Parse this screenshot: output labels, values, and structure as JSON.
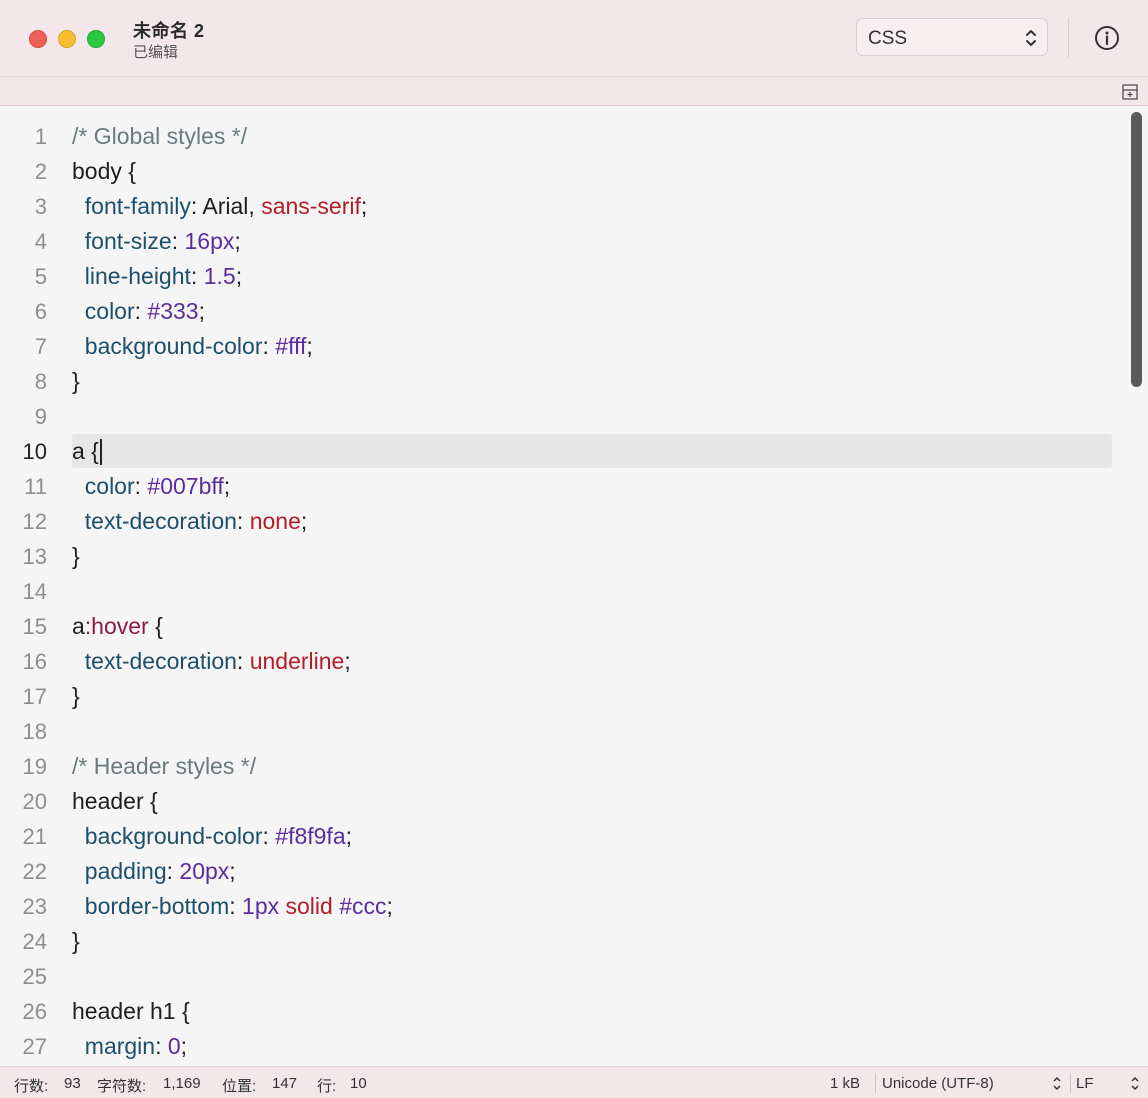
{
  "window": {
    "title": "未命名 2",
    "subtitle": "已编辑",
    "language": "CSS"
  },
  "editor": {
    "current_line": 10,
    "lines": [
      {
        "n": "1",
        "tokens": [
          {
            "t": "/* Global styles */",
            "c": "comment"
          }
        ]
      },
      {
        "n": "2",
        "tokens": [
          {
            "t": "body {",
            "c": "plain"
          }
        ]
      },
      {
        "n": "3",
        "tokens": [
          {
            "t": "  ",
            "c": "plain"
          },
          {
            "t": "font-family",
            "c": "prop"
          },
          {
            "t": ": Arial, ",
            "c": "plain"
          },
          {
            "t": "sans-serif",
            "c": "kw"
          },
          {
            "t": ";",
            "c": "plain"
          }
        ]
      },
      {
        "n": "4",
        "tokens": [
          {
            "t": "  ",
            "c": "plain"
          },
          {
            "t": "font-size",
            "c": "prop"
          },
          {
            "t": ": ",
            "c": "plain"
          },
          {
            "t": "16px",
            "c": "num"
          },
          {
            "t": ";",
            "c": "plain"
          }
        ]
      },
      {
        "n": "5",
        "tokens": [
          {
            "t": "  ",
            "c": "plain"
          },
          {
            "t": "line-height",
            "c": "prop"
          },
          {
            "t": ": ",
            "c": "plain"
          },
          {
            "t": "1.5",
            "c": "num"
          },
          {
            "t": ";",
            "c": "plain"
          }
        ]
      },
      {
        "n": "6",
        "tokens": [
          {
            "t": "  ",
            "c": "plain"
          },
          {
            "t": "color",
            "c": "prop"
          },
          {
            "t": ": ",
            "c": "plain"
          },
          {
            "t": "#333",
            "c": "num"
          },
          {
            "t": ";",
            "c": "plain"
          }
        ]
      },
      {
        "n": "7",
        "tokens": [
          {
            "t": "  ",
            "c": "plain"
          },
          {
            "t": "background-color",
            "c": "prop"
          },
          {
            "t": ": ",
            "c": "plain"
          },
          {
            "t": "#fff",
            "c": "num"
          },
          {
            "t": ";",
            "c": "plain"
          }
        ]
      },
      {
        "n": "8",
        "tokens": [
          {
            "t": "}",
            "c": "plain"
          }
        ]
      },
      {
        "n": "9",
        "tokens": []
      },
      {
        "n": "10",
        "tokens": [
          {
            "t": "a {",
            "c": "plain"
          }
        ]
      },
      {
        "n": "11",
        "tokens": [
          {
            "t": "  ",
            "c": "plain"
          },
          {
            "t": "color",
            "c": "prop"
          },
          {
            "t": ": ",
            "c": "plain"
          },
          {
            "t": "#007bff",
            "c": "num"
          },
          {
            "t": ";",
            "c": "plain"
          }
        ]
      },
      {
        "n": "12",
        "tokens": [
          {
            "t": "  ",
            "c": "plain"
          },
          {
            "t": "text-decoration",
            "c": "prop"
          },
          {
            "t": ": ",
            "c": "plain"
          },
          {
            "t": "none",
            "c": "kw"
          },
          {
            "t": ";",
            "c": "plain"
          }
        ]
      },
      {
        "n": "13",
        "tokens": [
          {
            "t": "}",
            "c": "plain"
          }
        ]
      },
      {
        "n": "14",
        "tokens": []
      },
      {
        "n": "15",
        "tokens": [
          {
            "t": "a",
            "c": "plain"
          },
          {
            "t": ":hover",
            "c": "pseudo"
          },
          {
            "t": " {",
            "c": "plain"
          }
        ]
      },
      {
        "n": "16",
        "tokens": [
          {
            "t": "  ",
            "c": "plain"
          },
          {
            "t": "text-decoration",
            "c": "prop"
          },
          {
            "t": ": ",
            "c": "plain"
          },
          {
            "t": "underline",
            "c": "kw"
          },
          {
            "t": ";",
            "c": "plain"
          }
        ]
      },
      {
        "n": "17",
        "tokens": [
          {
            "t": "}",
            "c": "plain"
          }
        ]
      },
      {
        "n": "18",
        "tokens": []
      },
      {
        "n": "19",
        "tokens": [
          {
            "t": "/* Header styles */",
            "c": "comment"
          }
        ]
      },
      {
        "n": "20",
        "tokens": [
          {
            "t": "header {",
            "c": "plain"
          }
        ]
      },
      {
        "n": "21",
        "tokens": [
          {
            "t": "  ",
            "c": "plain"
          },
          {
            "t": "background-color",
            "c": "prop"
          },
          {
            "t": ": ",
            "c": "plain"
          },
          {
            "t": "#f8f9fa",
            "c": "num"
          },
          {
            "t": ";",
            "c": "plain"
          }
        ]
      },
      {
        "n": "22",
        "tokens": [
          {
            "t": "  ",
            "c": "plain"
          },
          {
            "t": "padding",
            "c": "prop"
          },
          {
            "t": ": ",
            "c": "plain"
          },
          {
            "t": "20px",
            "c": "num"
          },
          {
            "t": ";",
            "c": "plain"
          }
        ]
      },
      {
        "n": "23",
        "tokens": [
          {
            "t": "  ",
            "c": "plain"
          },
          {
            "t": "border-bottom",
            "c": "prop"
          },
          {
            "t": ": ",
            "c": "plain"
          },
          {
            "t": "1px",
            "c": "num"
          },
          {
            "t": " ",
            "c": "plain"
          },
          {
            "t": "solid",
            "c": "kw"
          },
          {
            "t": " ",
            "c": "plain"
          },
          {
            "t": "#ccc",
            "c": "num"
          },
          {
            "t": ";",
            "c": "plain"
          }
        ]
      },
      {
        "n": "24",
        "tokens": [
          {
            "t": "}",
            "c": "plain"
          }
        ]
      },
      {
        "n": "25",
        "tokens": []
      },
      {
        "n": "26",
        "tokens": [
          {
            "t": "header h1 {",
            "c": "plain"
          }
        ]
      },
      {
        "n": "27",
        "tokens": [
          {
            "t": "  ",
            "c": "plain"
          },
          {
            "t": "margin",
            "c": "prop"
          },
          {
            "t": ": ",
            "c": "plain"
          },
          {
            "t": "0",
            "c": "num"
          },
          {
            "t": ";",
            "c": "plain"
          }
        ]
      }
    ]
  },
  "status": {
    "lines_label": "行数:",
    "lines_value": "93",
    "chars_label": "字符数:",
    "chars_value": "1,169",
    "pos_label": "位置:",
    "pos_value": "147",
    "row_label": "行:",
    "row_value": "10",
    "size": "1 kB",
    "encoding": "Unicode (UTF-8)",
    "line_ending": "LF"
  },
  "colors": {
    "comment": "#6a7a7e",
    "property": "#1d4f6a",
    "keyword": "#b31d28",
    "number": "#5b2d9c",
    "pseudo": "#8a1c4a",
    "chrome": "#f3e7ea"
  },
  "icons": {
    "close": "traffic-close-icon",
    "minimize": "traffic-minimize-icon",
    "maximize": "traffic-maximize-icon",
    "language_arrows": "chevron-updown-icon",
    "info": "info-icon",
    "split": "split-editor-icon"
  }
}
